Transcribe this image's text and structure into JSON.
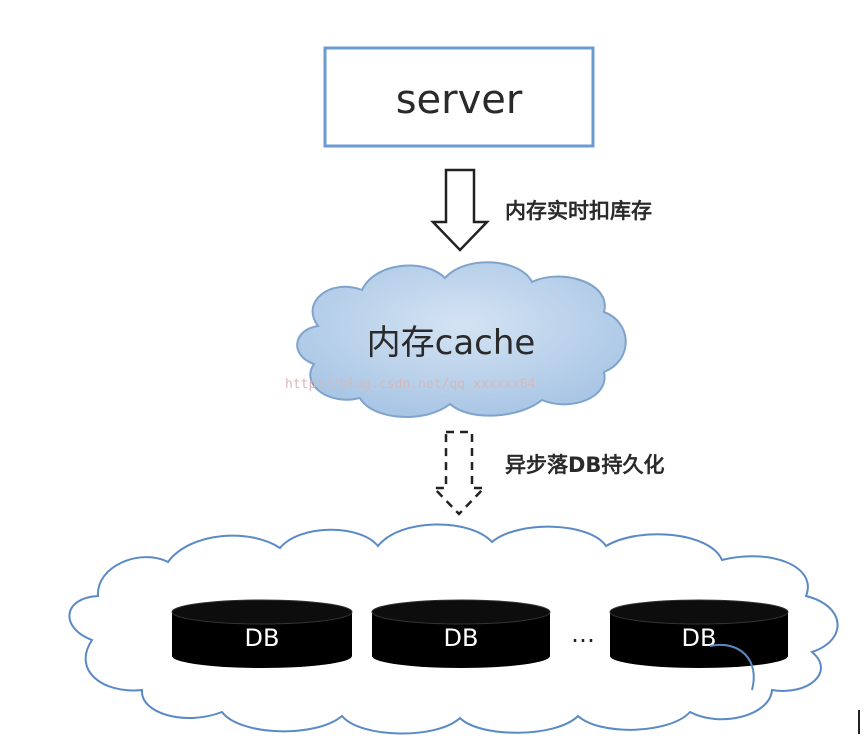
{
  "server": {
    "label": "server"
  },
  "arrow_sync": {
    "label": "内存实时扣库存"
  },
  "cache": {
    "label": "内存cache"
  },
  "arrow_async": {
    "label": "异步落DB持久化"
  },
  "databases": [
    {
      "label": "DB"
    },
    {
      "label": "DB"
    },
    {
      "label": "DB"
    }
  ],
  "ellipsis": "…",
  "watermark": "http://blog.csdn.net/qq_xxxxxx64",
  "colors": {
    "server_border": "#6b9bd2",
    "cloud_fill": "#b6cfe8",
    "cloud_stroke": "#7fa3cc",
    "bottom_cloud_stroke": "#5a8ac6",
    "db_fill": "#000000"
  }
}
